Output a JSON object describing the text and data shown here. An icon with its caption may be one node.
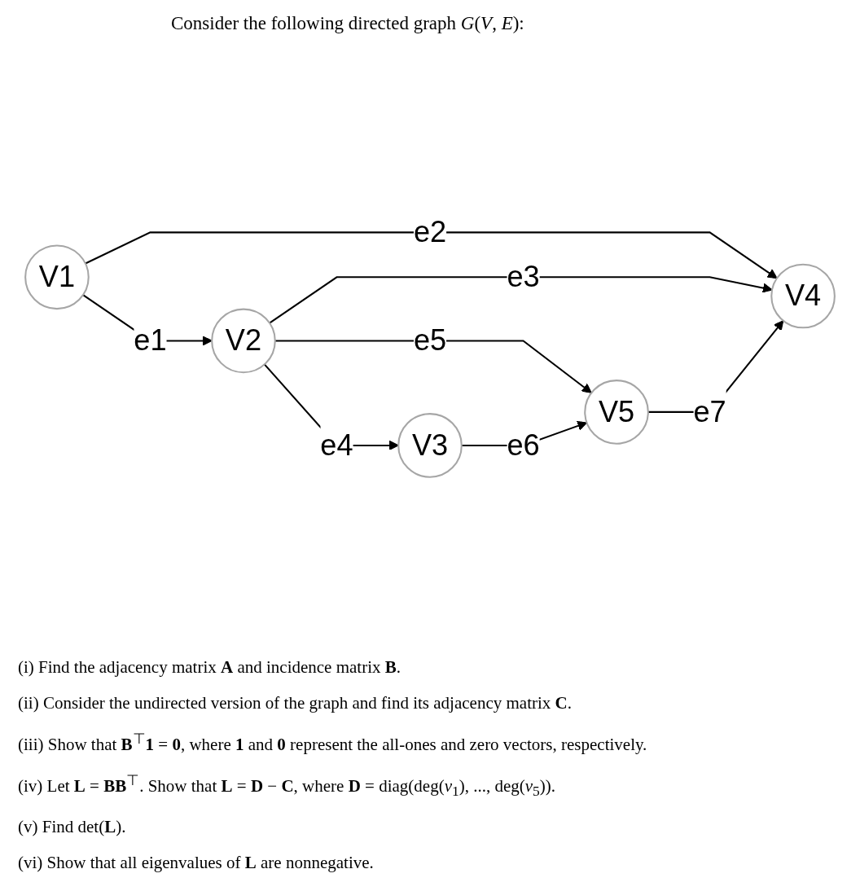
{
  "diagram": {
    "title": "Consider the following directed graph *G*(*V*, *E*):",
    "nodes": [
      {
        "text": [
          "V1"
        ]
      },
      {
        "text": [
          "V2"
        ]
      },
      {
        "text": [
          "V3"
        ]
      },
      {
        "text": [
          "V4"
        ]
      },
      {
        "text": [
          "V5"
        ]
      }
    ],
    "edges": [
      {
        "from": 0,
        "to": 1,
        "arrow": "to",
        "label": "e1"
      },
      {
        "from": 0,
        "to": 3,
        "arrow": "to",
        "label": "e2"
      },
      {
        "from": 1,
        "to": 3,
        "arrow": "to",
        "label": "e3"
      },
      {
        "from": 1,
        "to": 2,
        "arrow": "to",
        "label": "e4"
      },
      {
        "from": 1,
        "to": 4,
        "arrow": "to",
        "label": "e5"
      },
      {
        "from": 2,
        "to": 4,
        "arrow": "to",
        "label": "e6"
      },
      {
        "from": 4,
        "to": 3,
        "arrow": "to",
        "label": "e7"
      }
    ],
    "labels": [
      "(i) Find the adjacency matrix **A** and incidence matrix **B**.",
      "(ii) Consider the undirected version of the graph and find its adjacency matrix **C**.",
      "(iii) Show that **B**$^{⊤}$**1** = **0**, where **1** and **0** represent the all-ones and zero vectors, respectively.",
      "(iv) Let **L** = **BB**$^{⊤}$. Show that **L** = **D** − **C**, where **D** = diag(deg(*v*$_{1}$), ..., deg(*v*$_{5}$)).",
      "(v) Find det(**L**).",
      "(vi) Show that all eigenvalues of **L** are nonnegative."
    ]
  }
}
